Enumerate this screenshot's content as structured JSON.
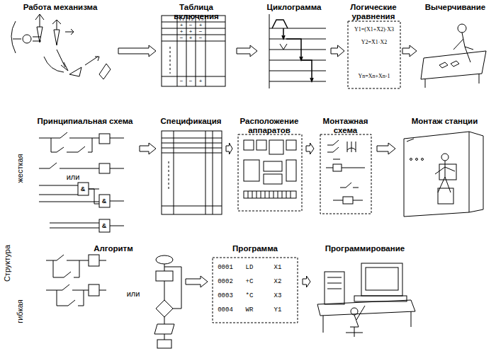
{
  "diagram": {
    "nodes": [
      {
        "text": [
          "Работа механизма"
        ]
      },
      {
        "text": [
          "Таблица включения"
        ]
      },
      {
        "text": [
          "Циклограмма"
        ]
      },
      {
        "text": [
          "Логические уравнения"
        ]
      },
      {
        "text": [
          "Вычерчивание"
        ]
      },
      {
        "text": [
          "Принципиальная схема"
        ]
      },
      {
        "text": [
          "Спецификация"
        ]
      },
      {
        "text": [
          "Расположение аппаратов"
        ]
      },
      {
        "text": [
          "Монтажная схема"
        ]
      },
      {
        "text": [
          "Монтаж станции"
        ]
      },
      {
        "text": [
          "Алгоритм"
        ]
      },
      {
        "text": [
          "Программа"
        ]
      },
      {
        "text": [
          "Программирование"
        ]
      }
    ],
    "edges": [
      {
        "from": 0,
        "to": 1,
        "arrow": "to"
      },
      {
        "from": 1,
        "to": 2,
        "arrow": "to"
      },
      {
        "from": 2,
        "to": 3,
        "arrow": "to"
      },
      {
        "from": 3,
        "to": 4,
        "arrow": "to"
      },
      {
        "from": 5,
        "to": 6,
        "arrow": "to"
      },
      {
        "from": 6,
        "to": 7,
        "arrow": "to"
      },
      {
        "from": 7,
        "to": 8,
        "arrow": "to"
      },
      {
        "from": 8,
        "to": 9,
        "arrow": "to"
      },
      {
        "from": 10,
        "to": 11,
        "arrow": "to"
      },
      {
        "from": 11,
        "to": 12,
        "arrow": "to"
      }
    ],
    "labels": [
      "жесткая",
      "Структура",
      "гибкая",
      "или",
      "или",
      "Y1",
      "Y2",
      "Y3",
      "+",
      "−",
      "+",
      "+",
      "+",
      "−",
      "−",
      "+",
      "−",
      "−",
      "−",
      "+",
      "Y1=(X1+X̄2)·X3",
      "Y2=X̄1·X2",
      "Yn=Xn+Xn-1",
      "0001",
      "LD",
      "X1",
      "0002",
      "+C",
      "X2",
      "0003",
      "*C",
      "X3",
      "0004",
      "WR",
      "Y1",
      "&",
      "&",
      "&"
    ]
  }
}
